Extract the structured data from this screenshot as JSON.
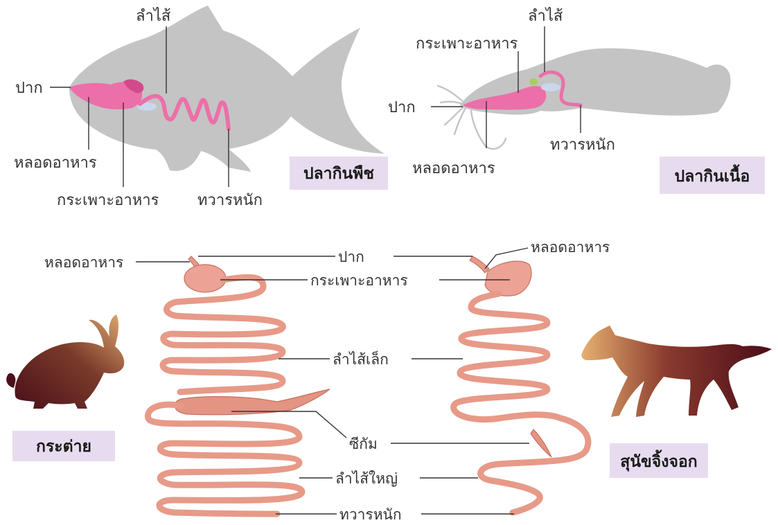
{
  "herbivore_fish": {
    "tag": "ปลากินพืช",
    "labels": {
      "mouth": "ปาก",
      "esophagus": "หลอดอาหาร",
      "stomach": "กระเพาะอาหาร",
      "intestine": "ลำไส้",
      "anus": "ทวารหนัก"
    }
  },
  "carnivore_fish": {
    "tag": "ปลากินเนื้อ",
    "labels": {
      "mouth": "ปาก",
      "esophagus": "หลอดอาหาร",
      "stomach": "กระเพาะอาหาร",
      "intestine": "ลำไส้",
      "anus": "ทวารหนัก"
    }
  },
  "mammals": {
    "rabbit_tag": "กระต่าย",
    "jackal_tag": "สุนัขจิ้งจอก",
    "labels": {
      "esophagus_left": "หลอดอาหาร",
      "esophagus_right": "หลอดอาหาร",
      "mouth": "ปาก",
      "stomach": "กระเพาะอาหาร",
      "small_intestine": "ลำไส้เล็ก",
      "cecum": "ซีกัม",
      "large_intestine": "ลำไส้ใหญ่",
      "anus": "ทวารหนัก"
    }
  },
  "colors": {
    "fish_body": "#c4c4c4",
    "fish_gut": "#ec6fa9",
    "mammal_gut": "#e79a88",
    "mammal_gut_outline": "#c8705f",
    "tag_bg": "#e7dcef",
    "animal_dark": "#5a1520",
    "animal_light": "#d9a06a"
  }
}
